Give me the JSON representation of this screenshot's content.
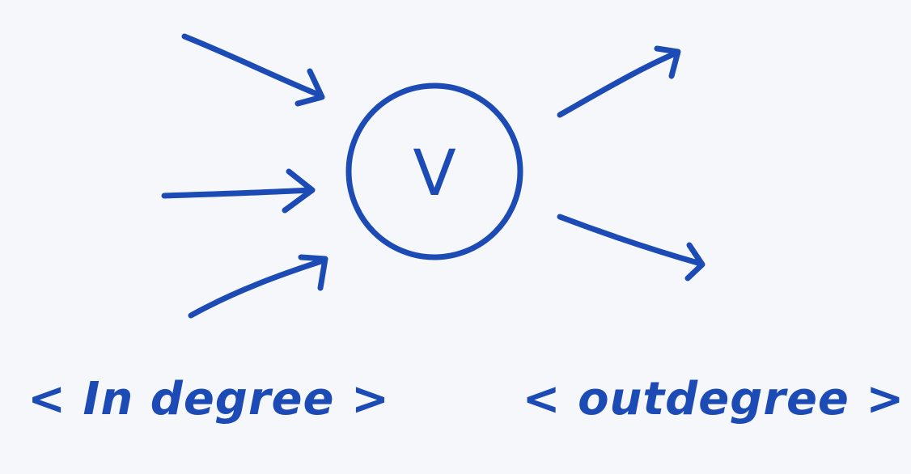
{
  "vertex": {
    "label": "V"
  },
  "captions": {
    "indegree": "< In degree >",
    "outdegree": "< outdegree >"
  },
  "colors": {
    "ink": "#1c4bb5",
    "background": "#f5f7fb"
  }
}
